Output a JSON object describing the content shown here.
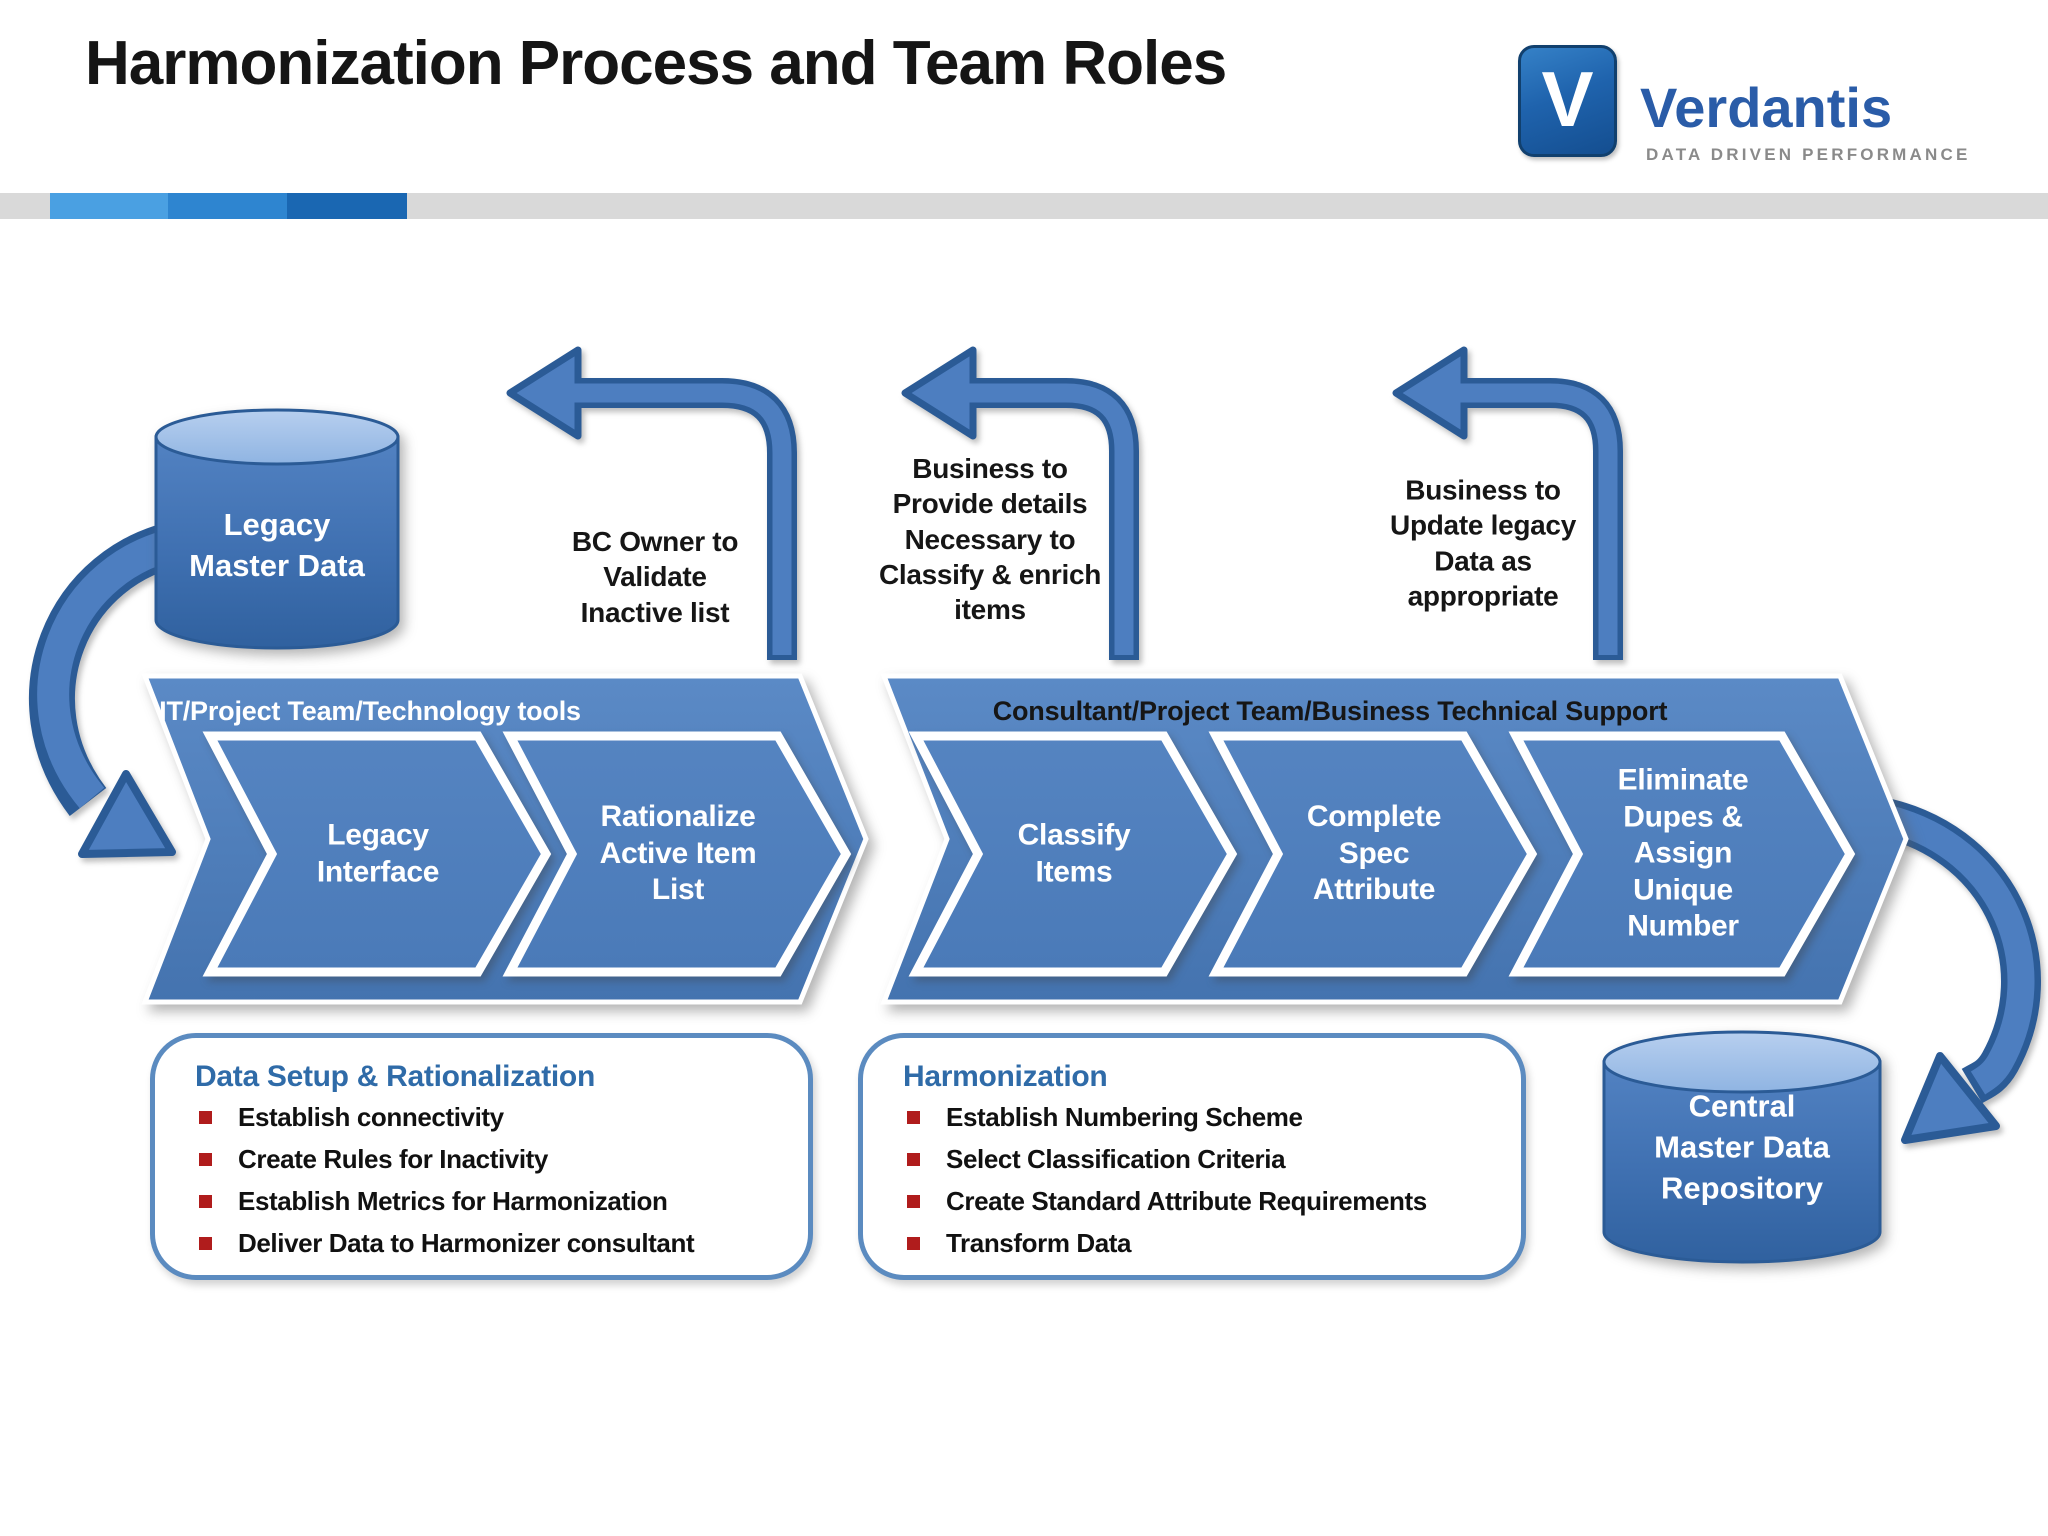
{
  "title": "Harmonization Process and Team Roles",
  "logo": {
    "mark": "V",
    "name": "Verdantis",
    "tagline": "DATA DRIVEN PERFORMANCE"
  },
  "legacy_cylinder": {
    "label": "Legacy\nMaster Data"
  },
  "central_cylinder": {
    "label": "Central\nMaster Data\nRepository"
  },
  "feedback_arrows": [
    {
      "label": "BC Owner to\nValidate\nInactive list"
    },
    {
      "label": "Business to\nProvide details\nNecessary to\nClassify & enrich\nitems"
    },
    {
      "label": "Business to\nUpdate legacy\nData as\nappropriate"
    }
  ],
  "bands": [
    {
      "header": "IT/Project Team/Technology tools",
      "steps": [
        "Legacy\nInterface",
        "Rationalize\nActive Item\nList"
      ]
    },
    {
      "header": "Consultant/Project Team/Business Technical Support",
      "steps": [
        "Classify\nItems",
        "Complete\nSpec\nAttribute",
        "Eliminate\nDupes &\nAssign\nUnique\nNumber"
      ]
    }
  ],
  "panels": [
    {
      "heading": "Data Setup & Rationalization",
      "items": [
        "Establish connectivity",
        "Create Rules for Inactivity",
        "Establish Metrics for Harmonization",
        "Deliver Data to Harmonizer consultant"
      ]
    },
    {
      "heading": "Harmonization",
      "items": [
        "Establish Numbering Scheme",
        "Select Classification Criteria",
        "Create Standard Attribute Requirements",
        "Transform Data"
      ]
    }
  ],
  "colors": {
    "accent_blue": "#4f81bd",
    "outline_blue": "#2b5b96",
    "heading_blue": "#2f6ba8",
    "bullet_red": "#b01c1c",
    "logo_blue": "#2a5ca8",
    "stripe_gray": "#d9d9d9",
    "stripe_light": "#4aa0e2",
    "stripe_mid": "#2e85d0",
    "stripe_dark": "#1a67b2"
  }
}
